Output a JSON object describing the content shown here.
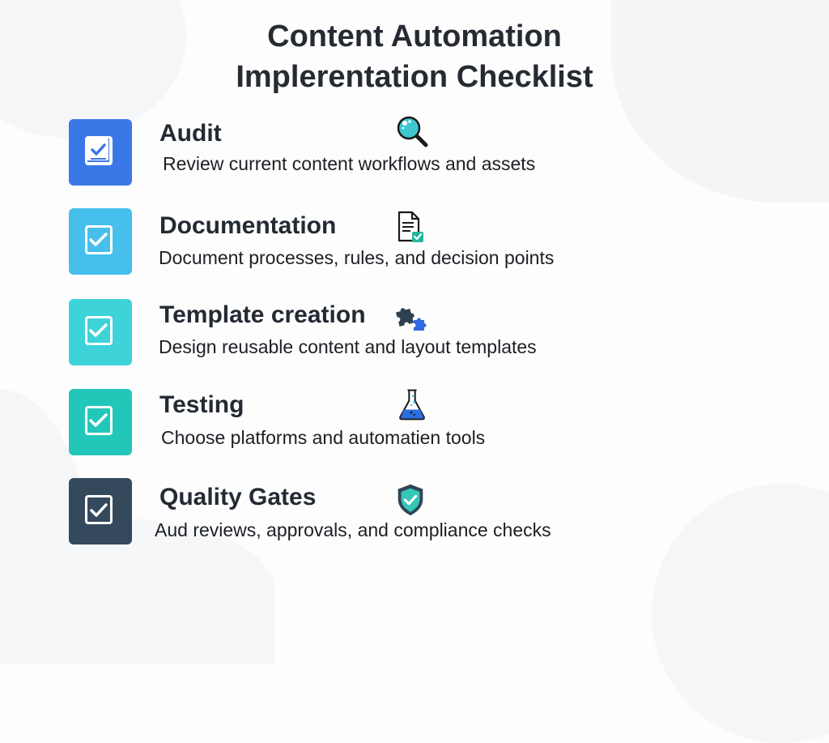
{
  "title": {
    "line1": "Content Automation",
    "line2": "Implerentation Checklist"
  },
  "items": [
    {
      "title": "Audit",
      "description": "Review current content workflows and assets",
      "icon": "magnifying-glass-icon",
      "tile_color": "#3b78e7",
      "checked": true
    },
    {
      "title": "Documentation",
      "description": "Document processes, rules, and decision points",
      "icon": "document-check-icon",
      "tile_color": "#47bfec",
      "checked": true
    },
    {
      "title": "Template creation",
      "description": "Design reusable content and layout templates",
      "icon": "puzzle-pieces-icon",
      "tile_color": "#3dd3d9",
      "checked": true
    },
    {
      "title": "Testing",
      "description": "Choose platforms and automatien tools",
      "icon": "flask-icon",
      "tile_color": "#23c7b9",
      "checked": true
    },
    {
      "title": "Quality Gates",
      "description": "Aud reviews, approvals, and compliance checks",
      "icon": "shield-check-icon",
      "tile_color": "#34495c",
      "checked": true
    }
  ],
  "colors": {
    "background": "#fdfdfd",
    "heading_text": "#262b33",
    "body_text": "#1c1f24"
  }
}
